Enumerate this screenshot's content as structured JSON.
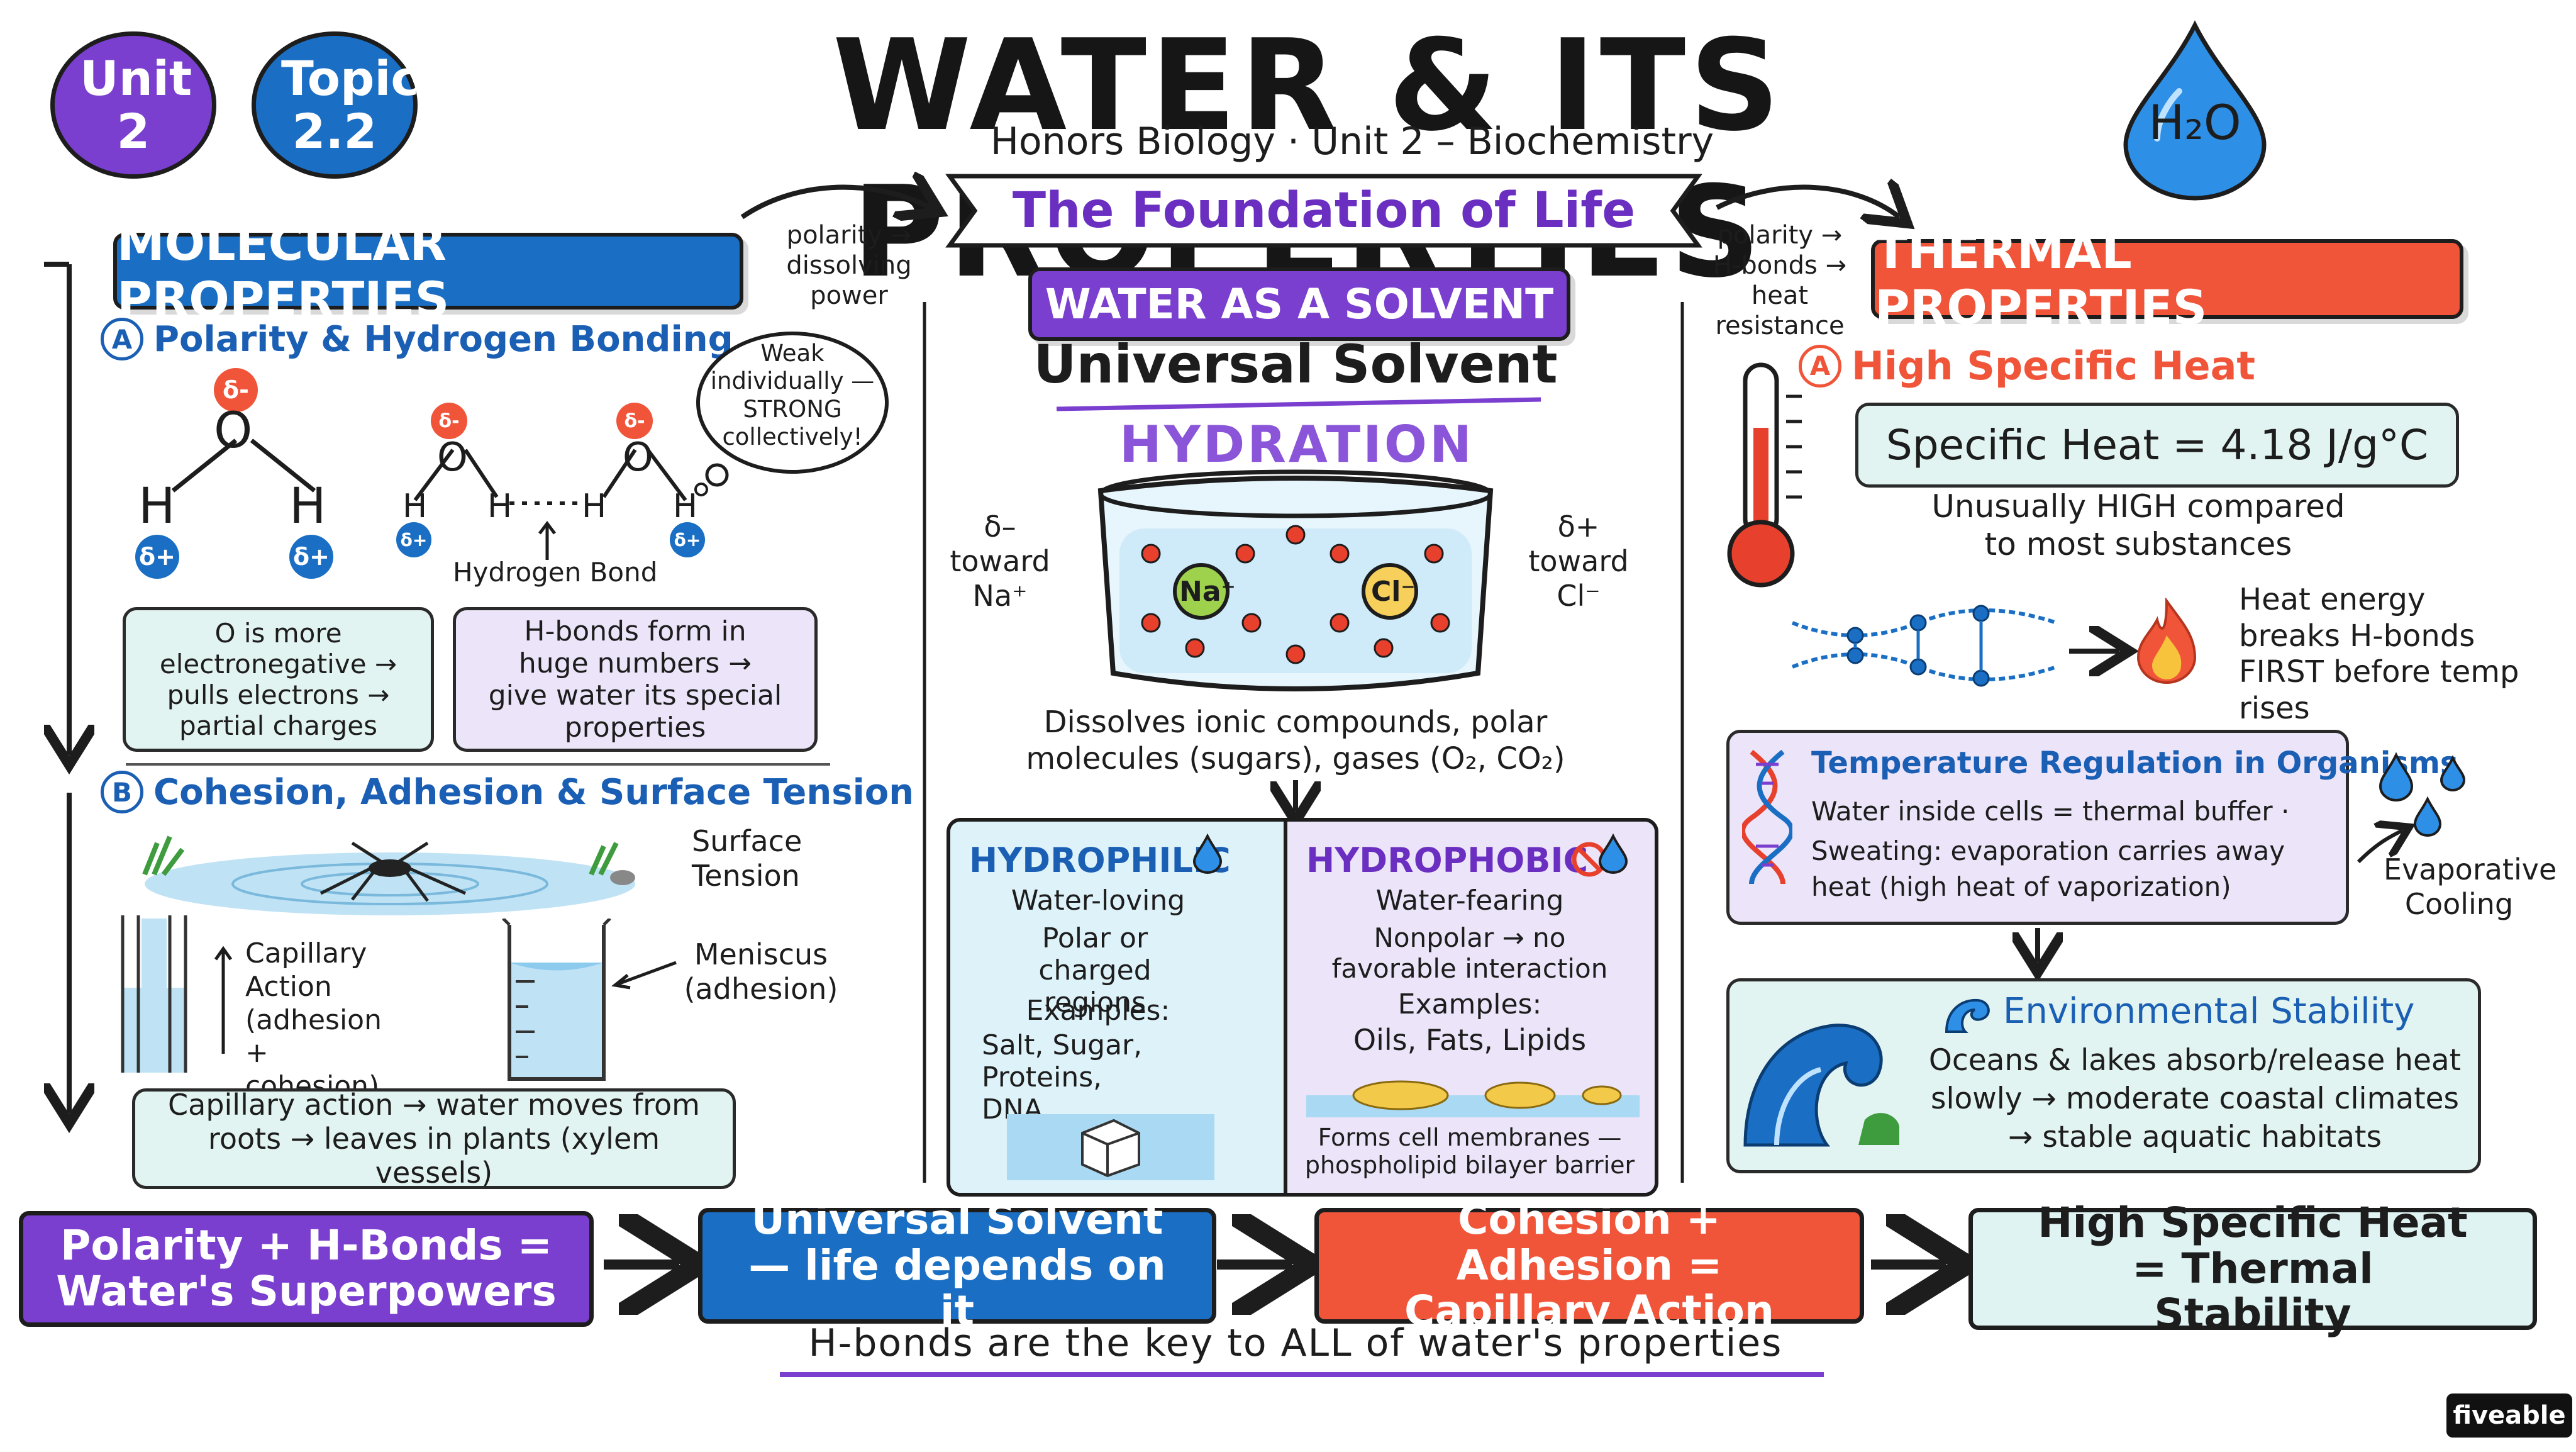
{
  "header": {
    "badge_unit": "Unit 2",
    "badge_topic": "Topic 2.2",
    "title": "WATER & ITS PROPERTIES",
    "subtitle": "Honors Biology · Unit 2 – Biochemistry",
    "h2o_label": "H₂O",
    "banner": "The Foundation of Life"
  },
  "connectors": {
    "left": "polarity → dissolving power",
    "right": "polarity → H-bonds → heat resistance"
  },
  "molecular": {
    "heading": "MOLECULAR PROPERTIES",
    "sub_a_letter": "A",
    "sub_a": "Polarity & Hydrogen Bonding",
    "delta_minus": "δ-",
    "delta_plus": "δ+",
    "atom_o": "O",
    "atom_h": "H",
    "thought_bubble": "Weak individually — STRONG collectively!",
    "hbond_label": "Hydrogen Bond",
    "box_left": "O is more electronegative → pulls electrons → partial charges",
    "box_right": "H-bonds form in huge numbers → give water its special properties",
    "sub_b_letter": "B",
    "sub_b": "Cohesion, Adhesion & Surface Tension",
    "surface_tension": "Surface Tension",
    "capillary": "Capillary Action (adhesion + cohesion)",
    "meniscus": "Meniscus (adhesion)",
    "capillary_box": "Capillary action → water moves from roots → leaves in plants (xylem vessels)"
  },
  "solvent": {
    "heading": "WATER AS A SOLVENT",
    "title": "Universal Solvent",
    "hydration": "HYDRATION",
    "left_label": "δ– toward Na⁺",
    "right_label": "δ+ toward Cl⁻",
    "na": "Na⁺",
    "cl": "Cl⁻",
    "dissolves": "Dissolves ionic compounds, polar molecules (sugars), gases (O₂, CO₂)",
    "hydrophilic": {
      "heading": "HYDROPHILIC",
      "line1": "Water-loving",
      "line2": "Polar or charged regions",
      "line3": "Examples:",
      "line4": "Salt, Sugar, Proteins, DNA"
    },
    "hydrophobic": {
      "heading": "HYDROPHOBIC",
      "line1": "Water-fearing",
      "line2": "Nonpolar → no favorable interaction",
      "line3": "Examples:",
      "line4": "Oils, Fats, Lipids",
      "line5": "Forms cell membranes — phospholipid bilayer barrier"
    }
  },
  "thermal": {
    "heading": "THERMAL PROPERTIES",
    "sub_a_letter": "A",
    "sub_a": "High Specific Heat",
    "specific_heat": "Specific Heat = 4.18 J/g°C",
    "unusual": "Unusually HIGH compared to most substances",
    "heat_energy": "Heat energy breaks H-bonds FIRST before temp rises",
    "temp_reg_title": "Temperature Regulation in Organisms",
    "temp_reg_line1": "Water inside cells = thermal buffer ·",
    "temp_reg_line2": "Sweating: evaporation carries away heat (high heat of vaporization)",
    "evap": "Evaporative Cooling",
    "env_title": "Environmental Stability",
    "env_text": "Oceans & lakes absorb/release heat slowly → moderate coastal climates → stable aquatic habitats"
  },
  "summary": {
    "box1": "Polarity + H-Bonds = Water's Superpowers",
    "box2": "Universal Solvent — life depends on it",
    "box3": "Cohesion + Adhesion = Capillary Action",
    "box4": "High Specific Heat = Thermal Stability",
    "key": "H-bonds are the key to ALL of water's properties"
  },
  "brand": "fiveable",
  "colors": {
    "purple": "#7b3fd0",
    "blue": "#1a6fc4",
    "red": "#f0553a",
    "teal_bg": "#dff3f3",
    "lavender_bg": "#ece4f8",
    "mint_bg": "#e2f4f1"
  }
}
